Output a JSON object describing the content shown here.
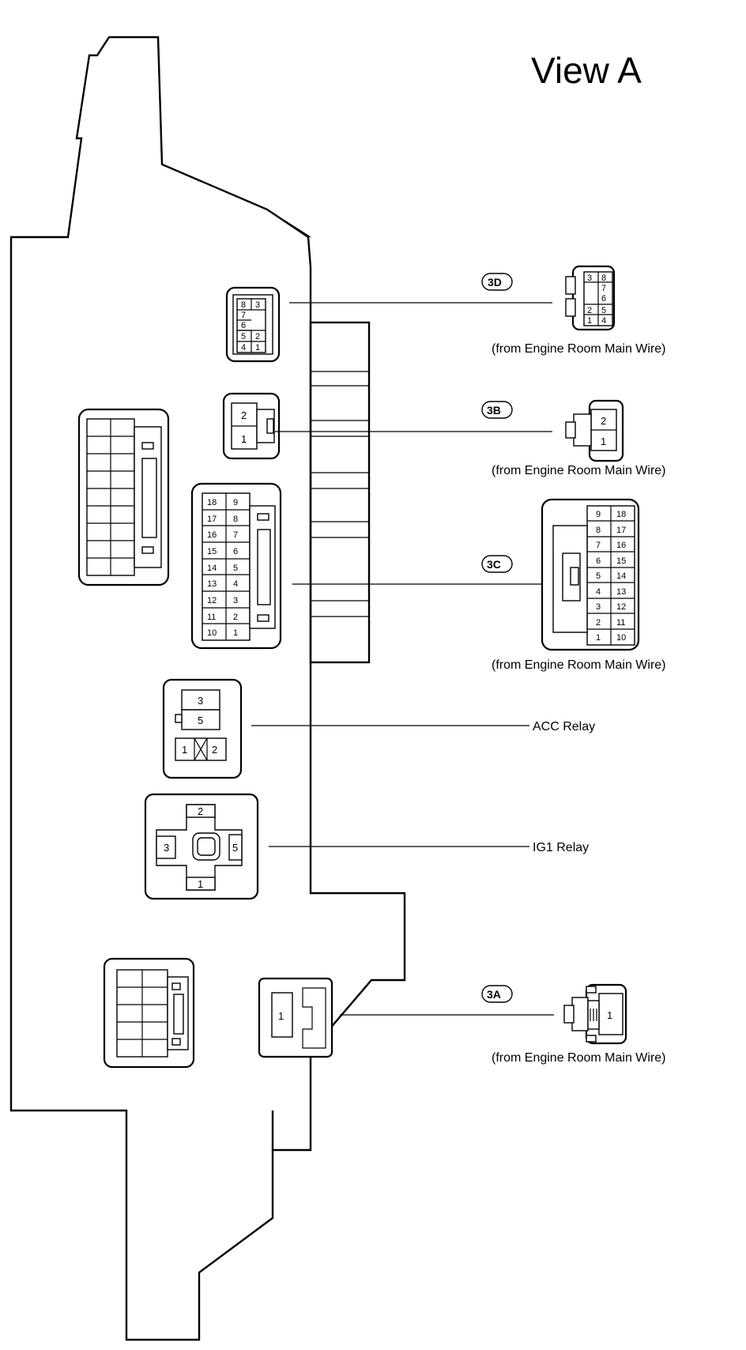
{
  "title": "View A",
  "connectors": [
    {
      "id": "3D",
      "tag": "3D",
      "caption": "(from Engine Room Main Wire)",
      "box_pins": [
        [
          "8",
          "3"
        ],
        [
          "7",
          ""
        ],
        [
          "6",
          ""
        ],
        [
          "5",
          "2"
        ],
        [
          "4",
          "1"
        ]
      ],
      "view_pins": [
        [
          "3",
          "8"
        ],
        [
          "",
          "7"
        ],
        [
          "",
          "6"
        ],
        [
          "2",
          "5"
        ],
        [
          "1",
          "4"
        ]
      ]
    },
    {
      "id": "3B",
      "tag": "3B",
      "caption": "(from Engine Room Main Wire)",
      "box_pins": [
        "2",
        "1"
      ],
      "view_pins": [
        "2",
        "1"
      ]
    },
    {
      "id": "3C",
      "tag": "3C",
      "caption": "(from Engine Room Main Wire)",
      "box_pins": [
        [
          "18",
          "9"
        ],
        [
          "17",
          "8"
        ],
        [
          "16",
          "7"
        ],
        [
          "15",
          "6"
        ],
        [
          "14",
          "5"
        ],
        [
          "13",
          "4"
        ],
        [
          "12",
          "3"
        ],
        [
          "11",
          "2"
        ],
        [
          "10",
          "1"
        ]
      ],
      "view_pins": [
        [
          "9",
          "18"
        ],
        [
          "8",
          "17"
        ],
        [
          "7",
          "16"
        ],
        [
          "6",
          "15"
        ],
        [
          "5",
          "14"
        ],
        [
          "4",
          "13"
        ],
        [
          "3",
          "12"
        ],
        [
          "2",
          "11"
        ],
        [
          "1",
          "10"
        ]
      ]
    },
    {
      "id": "3A",
      "tag": "3A",
      "caption": "(from Engine Room Main Wire)",
      "box_pins": [
        "1"
      ],
      "view_pins": [
        "1"
      ]
    }
  ],
  "relays": [
    {
      "id": "acc",
      "label": "ACC Relay",
      "pins": [
        "3",
        "5",
        "1",
        "2"
      ]
    },
    {
      "id": "ig1",
      "label": "IG1 Relay",
      "pins": [
        "2",
        "3",
        "5",
        "1"
      ]
    }
  ]
}
